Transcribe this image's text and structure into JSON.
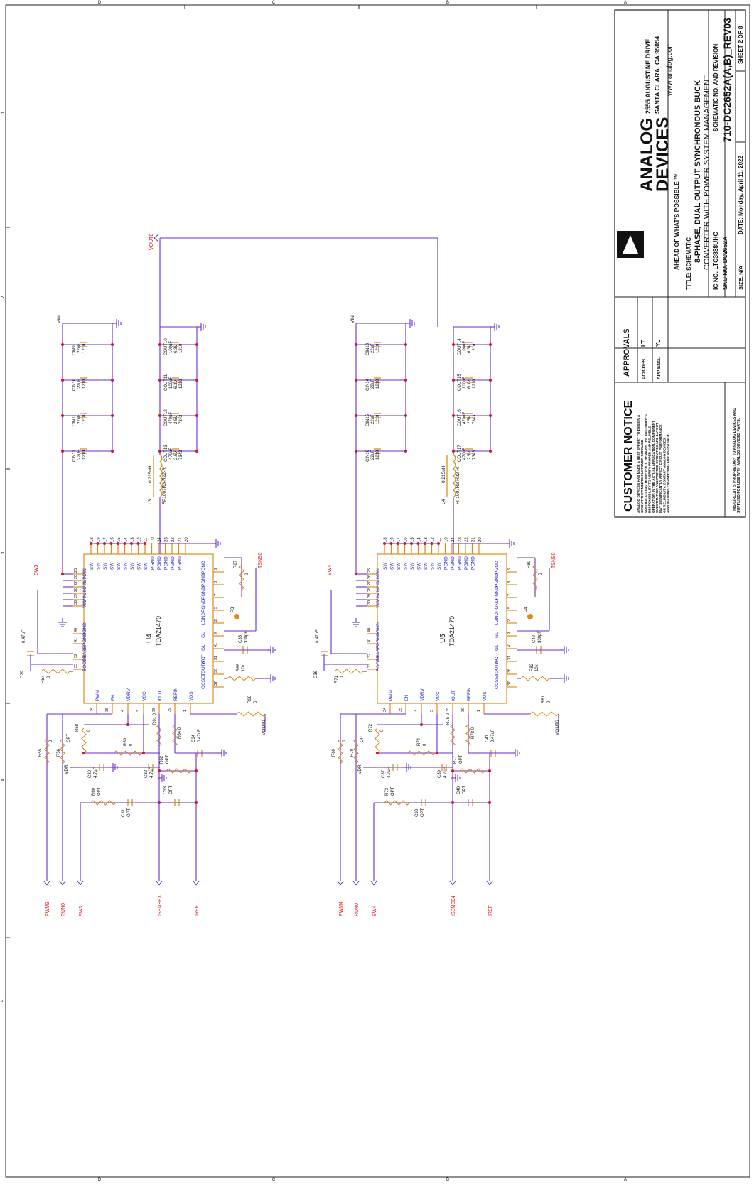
{
  "colors": {
    "wire": "#6b2ec8",
    "ic": "#e08a1a",
    "net_label": "#e01010",
    "pin_text": "#2323c8",
    "junction": "#e01010"
  },
  "border": {
    "letters": [
      "D",
      "C",
      "B",
      "A"
    ],
    "numbers": [
      "1",
      "2",
      "3",
      "4",
      "5"
    ]
  },
  "title_block": {
    "address": [
      "2555 AUGUSTINE DRIVE",
      "SANTA CLARA, CA 95054",
      "www.analog.com"
    ],
    "company_line1": "ANALOG",
    "company_line2": "DEVICES",
    "tagline": "AHEAD OF WHAT'S POSSIBLE ™",
    "title_label": "TITLE: SCHEMATIC",
    "title_line1": "8-PHASE, DUAL OUTPUT SYNCHRONOUS BUCK",
    "title_line2": "CONVERTER WITH POWER SYSTEM MANAGEMENT",
    "ic_no": "IC NO.  LTC3888UHG",
    "sku_no": "SKU NO.   DC2652A",
    "schematic_label": "SCHEMATIC NO. AND REVISION:",
    "schematic_no": "710-DC2652A(A,B)_REV03",
    "size": "SIZE:  N/A",
    "date": "DATE:   Monday, April 11, 2022",
    "sheet": "SHEET  2  OF  8"
  },
  "approvals": {
    "header": "APPROVALS",
    "rows": [
      [
        "PCB DES.",
        "LT"
      ],
      [
        "APP ENG.",
        "YL"
      ]
    ]
  },
  "customer_notice": {
    "header": "CUSTOMER NOTICE",
    "lines": [
      "ANALOG DEVICES HAS MADE A BEST EFFORT TO DESIGN A",
      "CIRCUIT THAT MEETS CUSTOMER-SUPPLIED",
      "SPECIFICATIONS; HOWEVER, IT REMAINS THE CUSTOMER'S",
      "RESPONSIBILITY TO VERIFY PROPER AND RELIABLE",
      "OPERATION IN THE ACTUAL APPLICATION. COMPONENT",
      "SUBSTITUTION AND PRINTED CIRCUIT BOARD LAYOUT",
      "MAY SIGNIFICANTLY AFFECT CIRCUIT PERFORMANCE",
      "OR RELIABILITY. CONTACT ANALOG DEVICES",
      "APPLICATIONS ENGINEERING FOR ASSISTANCE."
    ],
    "footer": [
      "THIS CIRCUIT IS PROPRIETARY TO ANALOG DEVICES AND",
      "SUPPLIED FOR USE WITH ANALOG DEVICES PARTS."
    ]
  },
  "net_vout0": "VOUT0",
  "ic_pins_top": [
    "18",
    "19",
    "17",
    "16",
    "15",
    "14",
    "13",
    "12",
    "11",
    "10",
    "24",
    "23",
    "22",
    "21",
    "20"
  ],
  "ic_pins_top_names": [
    "SW",
    "SW",
    "SW",
    "SW",
    "SW",
    "SW",
    "SW",
    "SW",
    "SW",
    "PGND",
    "PGND",
    "PGND",
    "PGND",
    "PGND"
  ],
  "stages": [
    {
      "ic_ref": "U4",
      "ic_part": "TDA21470",
      "inductor": "L3",
      "ind_val": "0.215uH",
      "ind_part": "FP1007R3-R22-R",
      "vin": "VIN",
      "sw_net": "SW3",
      "tsns": "TSNS0",
      "cin": [
        [
          "CIN9",
          "22uF",
          "1210"
        ],
        [
          "CIN10",
          "22uF",
          "1210"
        ],
        [
          "CIN11",
          "22uF",
          "1210"
        ],
        [
          "CIN12",
          "22uF",
          "1210"
        ]
      ],
      "cout": [
        [
          "COUT10",
          "100uF",
          "6.3V",
          "1210"
        ],
        [
          "COUT11",
          "100uF",
          "6.3V",
          "1210"
        ],
        [
          "COUT12",
          "470uF",
          "2.5V",
          "7343"
        ],
        [
          "COUT13",
          "470uF",
          "2.5V",
          "7343"
        ]
      ],
      "c_boot": [
        "C29",
        "0.47uF"
      ],
      "r_boot": [
        "R57",
        "0"
      ],
      "r_gl": [
        "R67",
        "0"
      ],
      "tp": "P3",
      "c_ts": [
        "C35",
        "330pF"
      ],
      "r_ocset": [
        "R68",
        "10k"
      ],
      "r_vos": [
        "R66",
        "0"
      ],
      "c_refin": [
        "C34",
        "0.47uF"
      ],
      "r_pwm": [
        "R55",
        "0"
      ],
      "r_en": [
        "R56",
        "OPT"
      ],
      "r_vdrv": [
        "R58",
        "0"
      ],
      "r_vcc": [
        "R59",
        "0"
      ],
      "r_iout": [
        "R61",
        "0"
      ],
      "r_refin": [
        "R64",
        "0"
      ],
      "c_vdr": [
        "C30",
        "4.7uF"
      ],
      "c_vcc": [
        "C32",
        "4.7uF"
      ],
      "r_sn": [
        "R60",
        "OPT"
      ],
      "c_sn": [
        "C31",
        "OPT"
      ],
      "r_is": [
        "R62",
        "OPT"
      ],
      "c_is": [
        "C33",
        "OPT"
      ],
      "bottom_nets": [
        "PWM3",
        "RUN0",
        "SW3",
        "ISENSE3",
        "IREF"
      ]
    },
    {
      "ic_ref": "U5",
      "ic_part": "TDA21470",
      "inductor": "L4",
      "ind_val": "0.215uH",
      "ind_part": "FP1007R3-R22-R",
      "vin": "VIN",
      "sw_net": "SW4",
      "tsns": "TSNS0",
      "cin": [
        [
          "CIN13",
          "22uF",
          "1210"
        ],
        [
          "CIN14",
          "22uF",
          "1210"
        ],
        [
          "CIN15",
          "22uF",
          "1210"
        ],
        [
          "CIN16",
          "22uF",
          "1210"
        ]
      ],
      "cout": [
        [
          "COUT14",
          "100uF",
          "6.3V",
          "1210"
        ],
        [
          "COUT15",
          "100uF",
          "6.3V",
          "1210"
        ],
        [
          "COUT16",
          "470uF",
          "2.5V",
          "7343"
        ],
        [
          "COUT17",
          "470uF",
          "2.5V",
          "7343"
        ]
      ],
      "c_boot": [
        "C36",
        "0.47uF"
      ],
      "r_boot": [
        "R71",
        "0"
      ],
      "r_gl": [
        "R80",
        "0"
      ],
      "tp": "P4",
      "c_ts": [
        "C42",
        "330pF"
      ],
      "r_ocset": [
        "R82",
        "10k"
      ],
      "r_vos": [
        "R81",
        "0"
      ],
      "c_refin": [
        "C41",
        "0.47uF"
      ],
      "r_pwm": [
        "R69",
        "0"
      ],
      "r_en": [
        "R70",
        "OPT"
      ],
      "r_vdrv": [
        "R72",
        "0"
      ],
      "r_vcc": [
        "R74",
        "0"
      ],
      "r_iout": [
        "R75",
        "0"
      ],
      "r_refin": [
        "R78",
        "0"
      ],
      "c_vdr": [
        "C37",
        "4.7uF"
      ],
      "c_vcc": [
        "C39",
        "4.7uF"
      ],
      "r_sn": [
        "R73",
        "OPT"
      ],
      "c_sn": [
        "C38",
        "OPT"
      ],
      "r_is": [
        "R77",
        "OPT"
      ],
      "c_is": [
        "C40",
        "OPT"
      ],
      "bottom_nets": [
        "PWM4",
        "RUN0",
        "SW4",
        "ISENSE4",
        "IREF"
      ]
    }
  ],
  "vdr": "VDR",
  "left_pins": [
    "VIN",
    "VIN",
    "VIN",
    "VIN",
    "VIN",
    "VIN",
    "PGND",
    "PGND",
    "PHASE",
    "BOOST"
  ],
  "left_pin_nums": [
    "25",
    "26",
    "27",
    "28",
    "29",
    "30",
    "40",
    "41",
    "32",
    "33"
  ],
  "right_pins": [
    "PGND",
    "PGND",
    "PGND",
    "PGND",
    "LGND",
    "GL",
    "GL",
    "NC",
    "TOUT/FLT",
    "OCSET"
  ],
  "right_pin_nums": [
    "6",
    "8",
    "7",
    "5",
    "2",
    "9",
    "41",
    "31",
    "36",
    "37"
  ],
  "bottom_pins": [
    "PWM",
    "EN",
    "VDRV",
    "VCC",
    "IOUT",
    "REFIN",
    "VOS"
  ],
  "bottom_pin_nums": [
    "34",
    "35",
    "4",
    "3",
    "38",
    "39",
    "1"
  ]
}
